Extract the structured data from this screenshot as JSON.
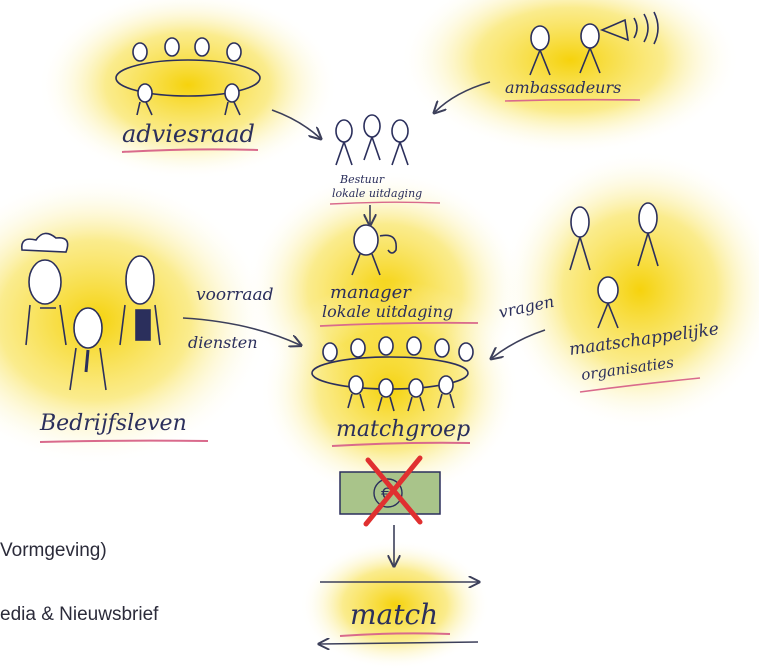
{
  "diagram": {
    "labels": {
      "adviesraad": "adviesraad",
      "ambassadeurs": "ambassadeurs",
      "bestuur_line1": "Bestuur",
      "bestuur_line2": "lokale uitdaging",
      "manager_line1": "manager",
      "manager_line2": "lokale uitdaging",
      "voorraad": "voorraad",
      "diensten": "diensten",
      "vragen": "vragen",
      "maatschappelijke_line1": "maatschappelijke",
      "maatschappelijke_line2": "organisaties",
      "bedrijfsleven": "Bedrijfsleven",
      "matchgroep": "matchgroep",
      "match": "match",
      "money_symbol": "€"
    },
    "colors": {
      "highlight": "#f5d000",
      "ink": "#2b2f5c",
      "underline": "#d96a8c",
      "arrow": "#3c3f5a",
      "cross": "#e03030",
      "money_green": "#a9c48a"
    }
  },
  "side_text": {
    "line1": "Vormgeving)",
    "line2": "edia & Nieuwsbrief"
  }
}
